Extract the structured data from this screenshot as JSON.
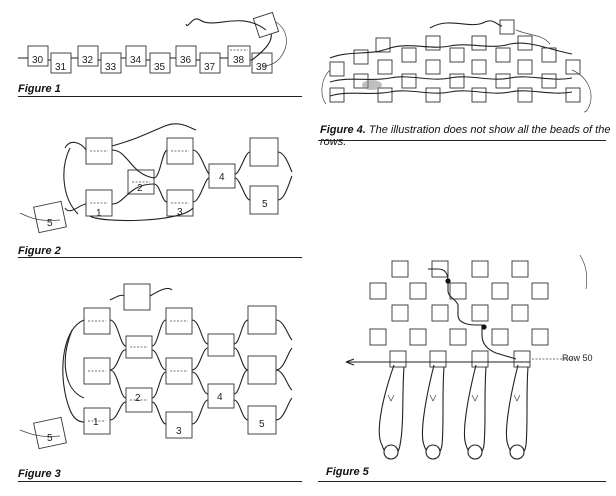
{
  "figure1": {
    "caption": "Figure 1",
    "bead_numbers": [
      "30",
      "31",
      "32",
      "33",
      "34",
      "35",
      "36",
      "37",
      "38",
      "39"
    ]
  },
  "figure2": {
    "caption": "Figure 2",
    "bead_numbers": [
      "1",
      "2",
      "3",
      "4",
      "5",
      "5"
    ]
  },
  "figure3": {
    "caption": "Figure 3",
    "bead_numbers": [
      "1",
      "2",
      "3",
      "4",
      "5",
      "5"
    ]
  },
  "figure4": {
    "caption": "Figure 4.",
    "caption_note": "The illustration does not show all the beads of the rows."
  },
  "figure5": {
    "caption": "Figure 5",
    "row_label": "Row 50"
  }
}
